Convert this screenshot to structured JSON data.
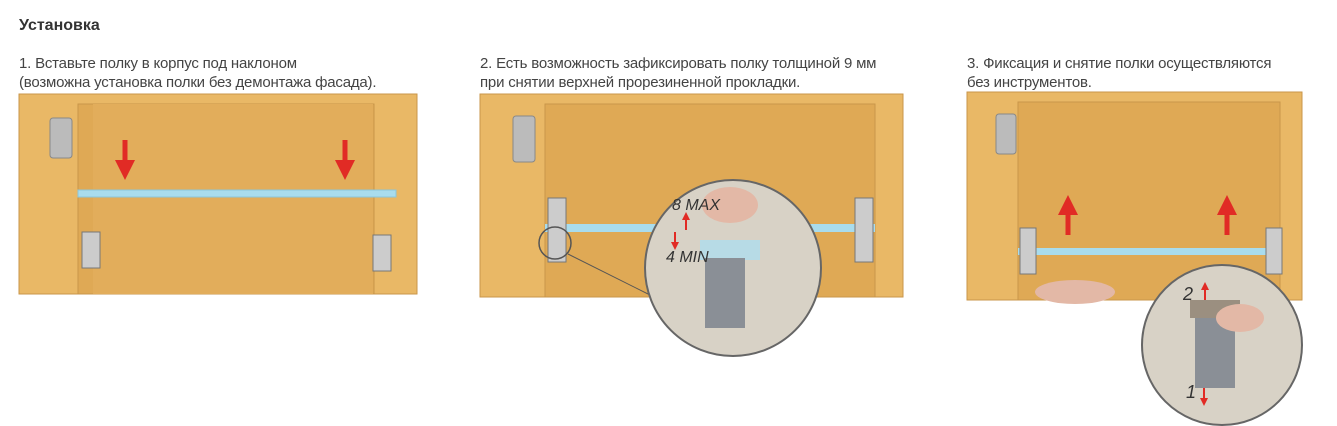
{
  "section_title": "Установка",
  "steps": [
    {
      "text_line1": "1. Вставьте полку в корпус под наклоном",
      "text_line2": "(возможна установка полки без демонтажа фасада)."
    },
    {
      "text_line1": "2. Есть возможность зафиксировать полку толщиной 9 мм",
      "text_line2": "при снятии верхней прорезиненной прокладки."
    },
    {
      "text_line1": "3. Фиксация и снятие полки осуществляются",
      "text_line2": "без инструментов."
    }
  ],
  "callouts": {
    "max": "8 MAX",
    "min": "4 MIN",
    "step_one": "1",
    "step_two": "2"
  },
  "colors": {
    "cabinet": "#e9b866",
    "cabinet_inner": "#dfa955",
    "shelf": "#a9dced",
    "arrow": "#e12b25"
  }
}
